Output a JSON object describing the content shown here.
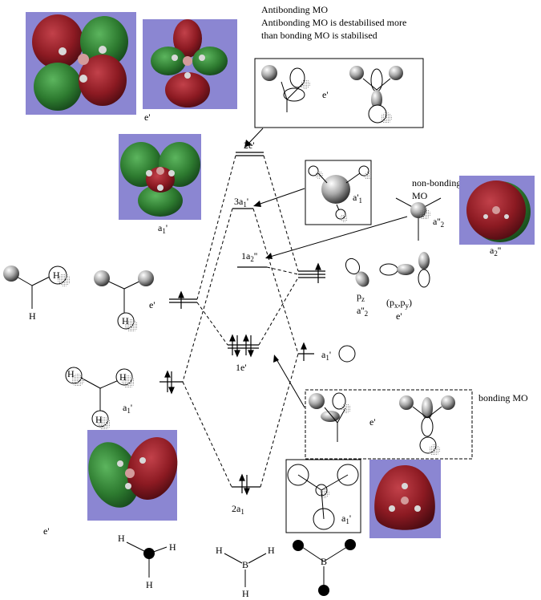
{
  "notes": {
    "line1": "Antibonding  MO",
    "line2": "Antibonding  MO is destabilised more",
    "line3": "than bonding  MO is stabilised",
    "bonding": "bonding  MO",
    "nonbonding_line1": "non-bonding",
    "nonbonding_line2": "MO"
  },
  "orbital_labels": {
    "two_e": "2e'",
    "three_a1": "3a",
    "three_a1_sub": "1",
    "three_a1_sup": "'",
    "one_a2": "1a",
    "one_a2_sub": "2",
    "one_a2_sup": "''",
    "one_e": "1e'",
    "two_a1": "2a",
    "two_a1_sub": "1"
  },
  "symmetry_labels": {
    "e_prime_top_render": "e'",
    "e_prime_box_top": "e'",
    "a1_prime_render": "a",
    "a1_prime_render_sub": "1",
    "a1_prime_render_sup": "'",
    "a1_prime_box": "a'",
    "a1_prime_box_sub": "1",
    "a2_dprime_box": "a''",
    "a2_dprime_box_sub": "2",
    "a2_dprime_render": "a",
    "a2_dprime_render_sub": "2",
    "a2_dprime_render_sup": "''",
    "e_prime_h_group": "e'",
    "a1_prime_h_group": "a",
    "a1_prime_h_group_sub": "1",
    "a1_prime_h_group_sup": "'",
    "e_prime_box_bottom": "e'",
    "a1_prime_box_bottom": "a",
    "a1_prime_box_bottom_sub": "1",
    "a1_prime_box_bottom_sup": "'",
    "a1_prime_boron_s": "a",
    "a1_prime_boron_s_sub": "1",
    "a1_prime_boron_s_sup": "'",
    "e_prime_bottom_render": "e'"
  },
  "boron_p": {
    "pz": "p",
    "pz_sub": "z",
    "pz_sym": "a''",
    "pz_sym_sub": "2",
    "pxpy_open": "(p",
    "pxpy_x": "x",
    "pxpy_mid": ",p",
    "pxpy_y": "y",
    "pxpy_close": ")",
    "pxpy_sym": "e'"
  },
  "atoms": {
    "h": "H",
    "b": "B"
  },
  "colors": {
    "render_bg": "#8b86d2",
    "lobe_red": "#8c1a22",
    "lobe_green": "#2d7a2f",
    "atom_grey": "#9a9a9a"
  }
}
